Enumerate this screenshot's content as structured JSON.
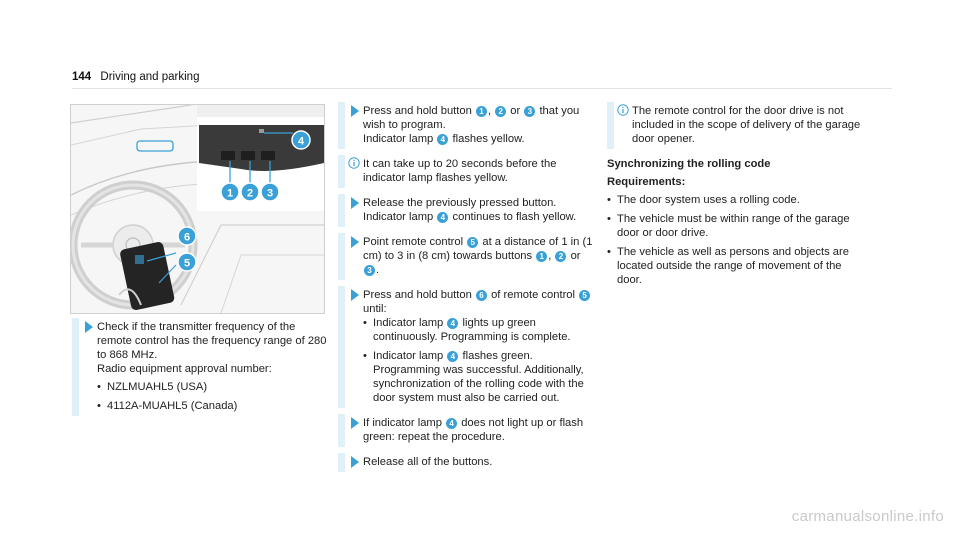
{
  "header": {
    "page_number": "144",
    "section": "Driving and parking"
  },
  "illustration": {
    "callouts": [
      "1",
      "2",
      "3",
      "4",
      "5",
      "6"
    ],
    "accent": "#3aa0d8"
  },
  "col1": {
    "step1": {
      "text": "Check if the transmitter frequency of the remote control has the frequency range of 280 to 868 MHz.",
      "sub": "Radio equipment approval number:",
      "bullets": [
        "NZLMUAHL5 (USA)",
        "4112A-MUAHL5 (Canada)"
      ]
    }
  },
  "col2": {
    "s1": {
      "a": "Press and hold button",
      "b1": "1",
      "c": ",",
      "b2": "2",
      "d": "or",
      "b3": "3",
      "e": "that you wish to program.",
      "f": "Indicator lamp",
      "b4": "4",
      "g": "flashes yellow."
    },
    "note1": "It can take up to 20 seconds before the indicator lamp flashes yellow.",
    "s2": {
      "a": "Release the previously pressed button.",
      "b": "Indicator lamp",
      "b4": "4",
      "c": "continues to flash yellow."
    },
    "s3": {
      "a": "Point remote control",
      "b5": "5",
      "b": "at a distance of 1 in (1 cm) to 3 in (8 cm) towards buttons",
      "b1": "1",
      "c": ",",
      "b2": "2",
      "d": "or",
      "b3": "3",
      "e": "."
    },
    "s4": {
      "a": "Press and hold button",
      "b6": "6",
      "b": "of remote control",
      "b5": "5",
      "c": "until:",
      "bullet1": {
        "a": "Indicator lamp",
        "b4": "4",
        "b": "lights up green continuously. Programming is complete."
      },
      "bullet2": {
        "a": "Indicator lamp",
        "b4": "4",
        "b": "flashes green. Programming was successful. Additionally, synchronization of the rolling code with the door system must also be carried out."
      }
    },
    "s5": {
      "a": "If indicator lamp",
      "b4": "4",
      "b": "does not light up or flash green: repeat the procedure."
    },
    "s6": "Release all of the buttons."
  },
  "col3": {
    "note": "The remote control for the door drive is not included in the scope of delivery of the garage door opener.",
    "heading": "Synchronizing the rolling code",
    "req_label": "Requirements:",
    "requirements": [
      "The door system uses a rolling code.",
      "The vehicle must be within range of the garage door or door drive.",
      "The vehicle as well as persons and objects are located outside the range of movement of the door."
    ]
  },
  "footer": {
    "watermark": "carmanualsonline.info"
  }
}
